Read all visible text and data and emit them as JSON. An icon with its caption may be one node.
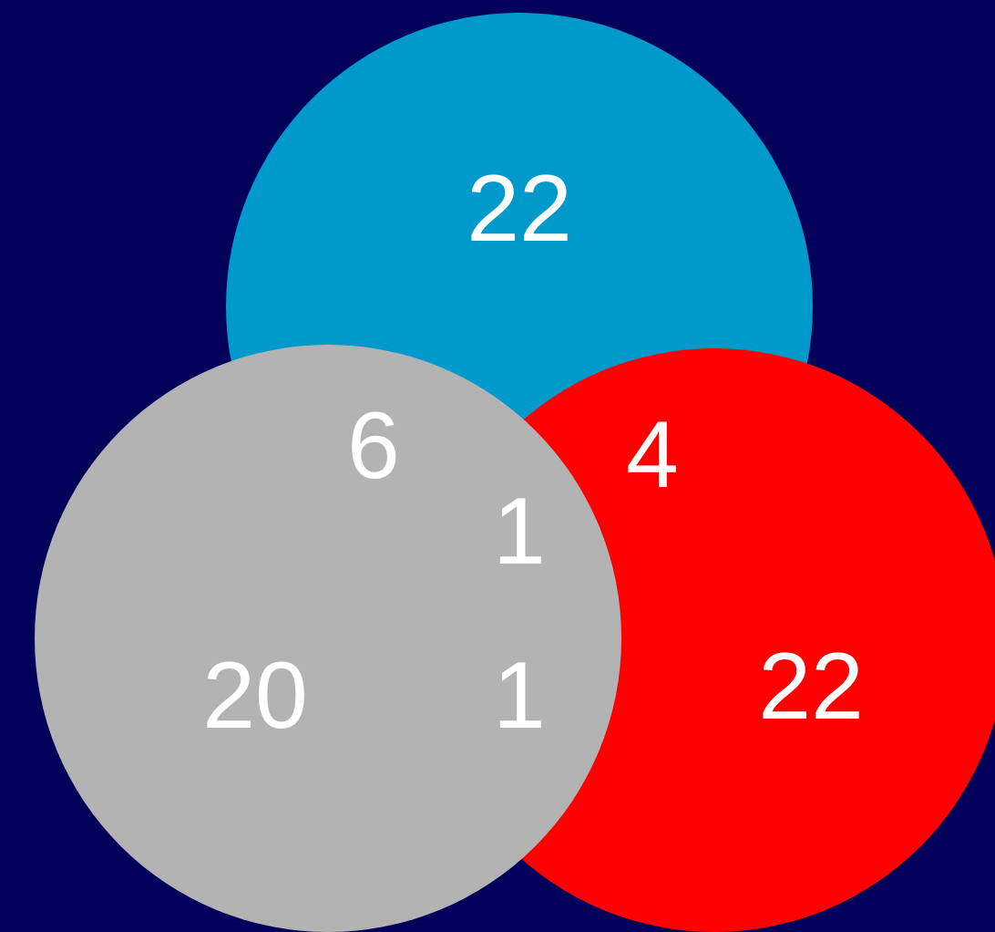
{
  "diagram": {
    "nodes": [
      {
        "text": [
          "22"
        ]
      },
      {
        "text": [
          "20"
        ]
      },
      {
        "text": [
          "22"
        ]
      }
    ],
    "labels": [
      "6",
      "4",
      "1",
      "1"
    ]
  }
}
